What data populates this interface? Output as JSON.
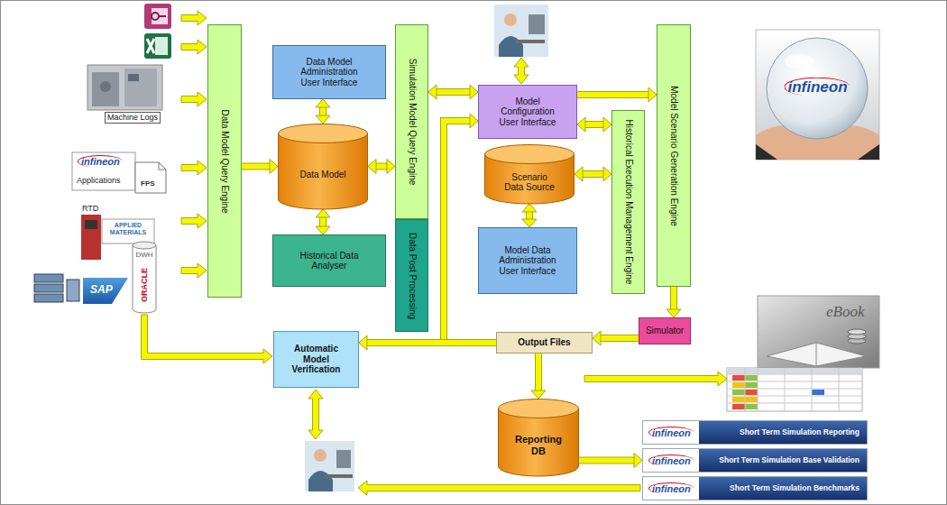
{
  "diagram": {
    "nodes": [
      {
        "text": [
          "Data Model Query Engine"
        ]
      },
      {
        "text": [
          "Data Model Administration User Interface"
        ]
      },
      {
        "text": [
          "Data Model"
        ]
      },
      {
        "text": [
          "Historical Data Analyser"
        ]
      },
      {
        "text": [
          "Simulation Model Query Engine"
        ]
      },
      {
        "text": [
          "Data Post Processing"
        ]
      },
      {
        "text": [
          "Model Configuration User Interface"
        ]
      },
      {
        "text": [
          "Scenario Data Source"
        ]
      },
      {
        "text": [
          "Model Data Administration User Interface"
        ]
      },
      {
        "text": [
          "Historical Execution Management Engine"
        ]
      },
      {
        "text": [
          "Model Scenario Generation Engine"
        ]
      },
      {
        "text": [
          "Simulator"
        ]
      },
      {
        "text": [
          "Output Files"
        ]
      },
      {
        "text": [
          "Automatic Model Verification"
        ]
      },
      {
        "text": [
          "Reporting DB"
        ]
      },
      {
        "text": [
          "infineon",
          "Short Term Simulation Reporting"
        ]
      },
      {
        "text": [
          "infineon",
          "Short Term Simulation Base Validation"
        ]
      },
      {
        "text": [
          "infineon",
          "Short Term Simulation Benchmarks"
        ]
      }
    ],
    "edges": [
      {
        "from": 0,
        "to": 2,
        "arrow": "to"
      },
      {
        "from": 1,
        "to": 2,
        "arrow": "both"
      },
      {
        "from": 2,
        "to": 3,
        "arrow": "both"
      },
      {
        "from": 2,
        "to": 4,
        "arrow": "both"
      },
      {
        "from": 4,
        "to": 6,
        "arrow": "both"
      },
      {
        "from": 6,
        "to": 10,
        "arrow": "to"
      },
      {
        "from": 6,
        "to": 9,
        "arrow": "both"
      },
      {
        "from": 7,
        "to": 9,
        "arrow": "both"
      },
      {
        "from": 7,
        "to": 8,
        "arrow": "both"
      },
      {
        "from": 10,
        "to": 11,
        "arrow": "to"
      },
      {
        "from": 11,
        "to": 12,
        "arrow": "to"
      },
      {
        "from": 12,
        "to": 14,
        "arrow": "to"
      },
      {
        "from": 12,
        "to": 6,
        "arrow": "to"
      },
      {
        "from": 12,
        "to": 13,
        "arrow": "to"
      },
      {
        "from": 14,
        "to": 16,
        "arrow": "to"
      }
    ],
    "labels": [
      "Machine Logs",
      "infineon",
      "Applications",
      "FPS",
      "RTD",
      "APPLIED MATERIALS",
      "DWH",
      "ORACLE",
      "SAP",
      "infineon",
      "eBook"
    ]
  }
}
